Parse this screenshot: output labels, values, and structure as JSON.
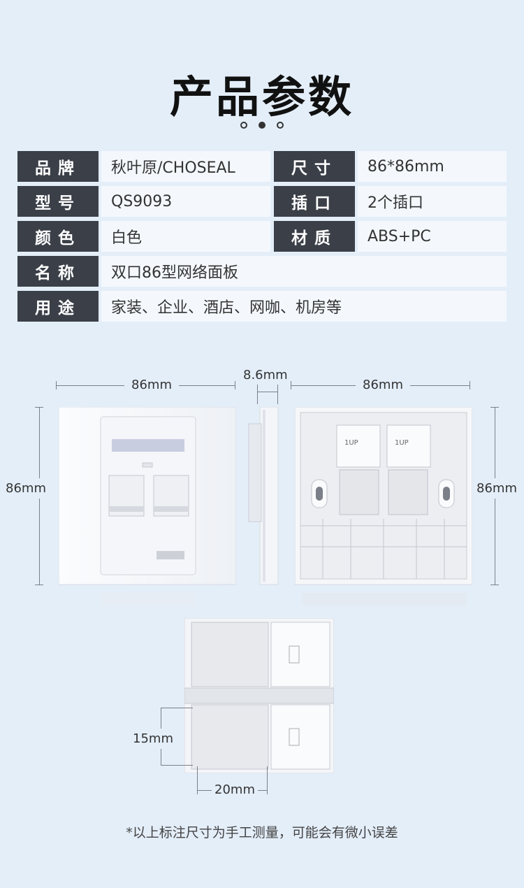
{
  "title": "产品参数",
  "specs": {
    "brand_label": "品牌",
    "brand_value": "秋叶原/CHOSEAL",
    "size_label": "尺寸",
    "size_value": "86*86mm",
    "model_label": "型号",
    "model_value": "QS9093",
    "port_label": "插口",
    "port_value": "2个插口",
    "color_label": "颜色",
    "color_value": "白色",
    "material_label": "材质",
    "material_value": "ABS+PC",
    "name_label": "名称",
    "name_value": "双口86型网络面板",
    "usage_label": "用途",
    "usage_value": "家装、企业、酒店、网咖、机房等"
  },
  "dimensions": {
    "front_width": "86mm",
    "front_height": "86mm",
    "thickness": "8.6mm",
    "back_width": "86mm",
    "back_height": "86mm",
    "port_height": "15mm",
    "port_width": "20mm"
  },
  "module_labels": {
    "port_1": "1UP",
    "port_2": "1UP"
  },
  "note": "*以上标注尺寸为手工测量，可能会有微小误差"
}
